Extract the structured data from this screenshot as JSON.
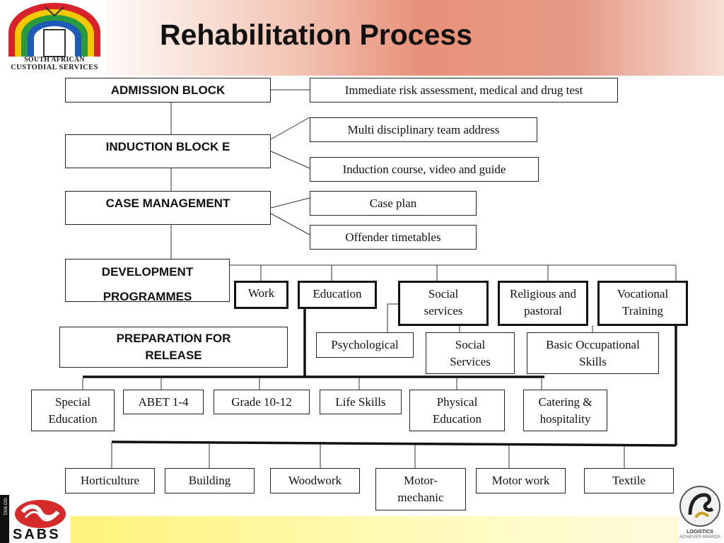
{
  "title": "Rehabilitation Process",
  "logo": {
    "line1": "SOUTH AFRICAN",
    "line2": "CUSTODIAL SERVICES"
  },
  "footer": {
    "sabs_label": "SABS",
    "iso_label": "ISO 9001",
    "award_line1": "LOGISTICS",
    "award_line2": "ACHIEVER AWARDS"
  },
  "stages": [
    "ADMISSION BLOCK",
    "INDUCTION BLOCK E",
    "CASE MANAGEMENT",
    "DEVELOPMENT PROGRAMMES",
    "PREPARATION FOR RELEASE"
  ],
  "admission_items": [
    "Immediate risk assessment, medical and drug test"
  ],
  "induction_items": [
    "Multi disciplinary team address",
    "Induction course, video and guide"
  ],
  "case_items": [
    "Case plan",
    "Offender timetables"
  ],
  "programmes": [
    "Work",
    "Education",
    "Social services",
    "Religious and pastoral",
    "Vocational Training"
  ],
  "social_sub": [
    "Psychological",
    "Social Services"
  ],
  "vocational_sub": [
    "Basic Occupational Skills"
  ],
  "education_sub": [
    "Special Education",
    "ABET 1-4",
    "Grade 10-12",
    "Life Skills",
    "Physical Education",
    "Catering & hospitality"
  ],
  "vocational_trades": [
    "Horticulture",
    "Building",
    "Woodwork",
    "Motor-mechanic",
    "Motor work",
    "Textile"
  ]
}
